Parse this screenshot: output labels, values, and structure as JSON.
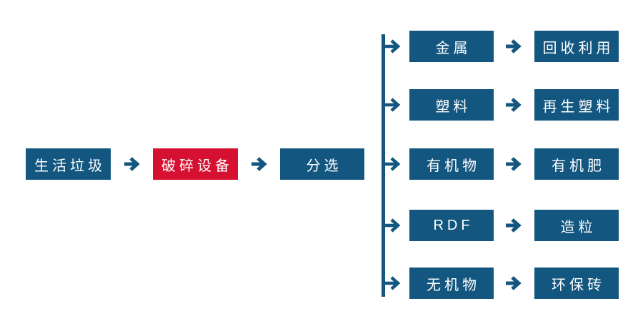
{
  "diagram_title": "household-waste-sorting-process-flow",
  "colors": {
    "primary_blue": "#13567F",
    "accent_red": "#D61031",
    "background": "#FFFFFF",
    "box_text": "#FFFFFF"
  },
  "icons": {
    "right_arrow": "→"
  },
  "main_chain": {
    "nodes": [
      {
        "label": "生活垃圾",
        "style": "blue"
      },
      {
        "label": "破碎设备",
        "style": "red"
      },
      {
        "label": "分选",
        "style": "blue"
      }
    ]
  },
  "branches": [
    {
      "category": "金属",
      "result": "回收利用"
    },
    {
      "category": "塑料",
      "result": "再生塑料"
    },
    {
      "category": "有机物",
      "result": "有机肥"
    },
    {
      "category": "RDF",
      "result": "造粒"
    },
    {
      "category": "无机物",
      "result": "环保砖"
    }
  ]
}
